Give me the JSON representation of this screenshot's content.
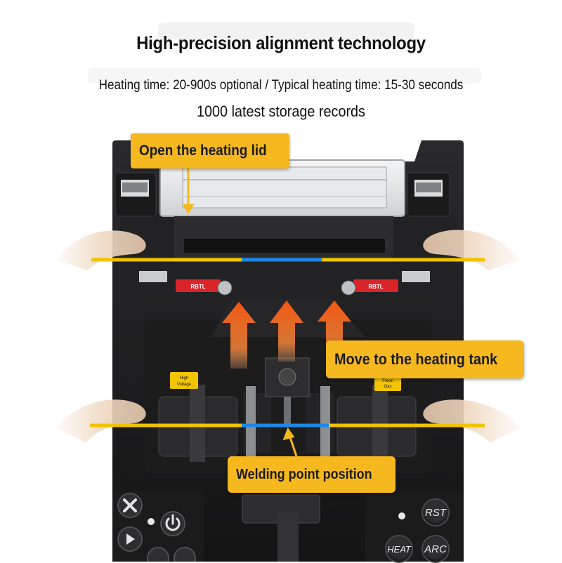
{
  "header": {
    "title": "High-precision alignment technology",
    "line2": "Heating time: 20-900s optional / Typical heating time: 15-30 seconds",
    "line3": "1000 latest storage records"
  },
  "callouts": {
    "lid": "Open the heating lid",
    "tank": "Move to the heating tank",
    "weld": "Welding point position"
  },
  "labels": {
    "left_clamp": "RBTL",
    "right_clamp": "RBTL",
    "warn_left": [
      "High",
      "Voltage"
    ],
    "warn_right": [
      "Freon",
      "Gas"
    ]
  },
  "keys": {
    "rst": "RST",
    "heat": "HEAT",
    "arc": "ARC"
  },
  "colors": {
    "callout": "#f5b81f",
    "arrow": "#ff6a1a",
    "fiber": "#f1c400",
    "fiber_sleeve": "#1e88e5",
    "body": "#1f1f21",
    "clamp_red": "#d9242a"
  }
}
